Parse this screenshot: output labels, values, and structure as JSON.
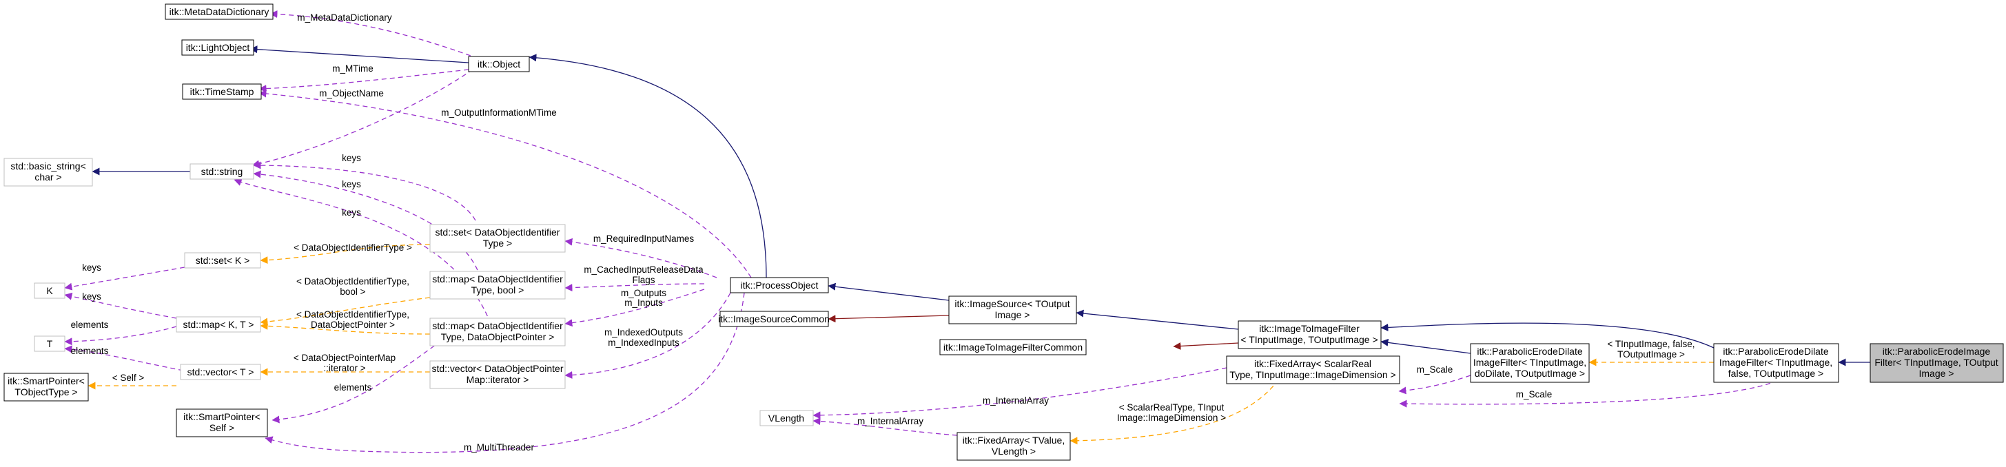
{
  "diagram": {
    "colors": {
      "inheritance": "#191970",
      "usage": "#9a32cd",
      "template": "#ffa500",
      "private_inheritance": "#8b1a1a",
      "grey_border": "#bfbfbf",
      "focus_fill": "#bfbfbf"
    },
    "nodes": [
      {
        "id": "metadict",
        "lines": [
          "itk::MetaDataDictionary"
        ]
      },
      {
        "id": "lightobject",
        "lines": [
          "itk::LightObject"
        ]
      },
      {
        "id": "timestamp",
        "lines": [
          "itk::TimeStamp"
        ]
      },
      {
        "id": "object",
        "lines": [
          "itk::Object"
        ]
      },
      {
        "id": "basicstring",
        "lines": [
          "std::basic_string<",
          "char >"
        ]
      },
      {
        "id": "string",
        "lines": [
          "std::string"
        ]
      },
      {
        "id": "setdoi",
        "lines": [
          "std::set< DataObjectIdentifier",
          "Type >"
        ]
      },
      {
        "id": "setk",
        "lines": [
          "std::set< K >"
        ]
      },
      {
        "id": "k",
        "lines": [
          "K"
        ]
      },
      {
        "id": "mapbool",
        "lines": [
          "std::map< DataObjectIdentifier",
          "Type, bool >"
        ]
      },
      {
        "id": "mapkt",
        "lines": [
          "std::map< K, T >"
        ]
      },
      {
        "id": "mapdop",
        "lines": [
          "std::map< DataObjectIdentifier",
          "Type, DataObjectPointer >"
        ]
      },
      {
        "id": "t",
        "lines": [
          "T"
        ]
      },
      {
        "id": "vectort",
        "lines": [
          "std::vector< T >"
        ]
      },
      {
        "id": "vectordop",
        "lines": [
          "std::vector< DataObjectPointer",
          "Map::iterator >"
        ]
      },
      {
        "id": "spobj",
        "lines": [
          "itk::SmartPointer<",
          "TObjectType >"
        ]
      },
      {
        "id": "spself",
        "lines": [
          "itk::SmartPointer<",
          "Self >"
        ]
      },
      {
        "id": "processobject",
        "lines": [
          "itk::ProcessObject"
        ]
      },
      {
        "id": "imgsrccommon",
        "lines": [
          "itk::ImageSourceCommon"
        ]
      },
      {
        "id": "imgsource",
        "lines": [
          "itk::ImageSource< TOutput",
          "Image >"
        ]
      },
      {
        "id": "i2ifcommon",
        "lines": [
          "itk::ImageToImageFilterCommon"
        ]
      },
      {
        "id": "i2if",
        "lines": [
          "itk::ImageToImageFilter",
          "< TInputImage, TOutputImage >"
        ]
      },
      {
        "id": "vlength",
        "lines": [
          "VLength"
        ]
      },
      {
        "id": "fixedarray2",
        "lines": [
          "itk::FixedArray< TValue,",
          "VLength >"
        ]
      },
      {
        "id": "fixedarray1",
        "lines": [
          "itk::FixedArray< ScalarReal",
          "Type, TInputImage::ImageDimension >"
        ]
      },
      {
        "id": "pedi_t",
        "lines": [
          "itk::ParabolicErodeDilate",
          "ImageFilter< TInputImage,",
          "doDilate, TOutputImage >"
        ]
      },
      {
        "id": "pedi_f",
        "lines": [
          "itk::ParabolicErodeDilate",
          "ImageFilter< TInputImage,",
          "false, TOutputImage >"
        ]
      },
      {
        "id": "erode",
        "lines": [
          "itk::ParabolicErodeImage",
          "Filter< TInputImage, TOutput",
          "Image >"
        ]
      }
    ],
    "edge_labels": [
      {
        "id": "metadictionary",
        "lines": [
          "m_MetaDataDictionary"
        ]
      },
      {
        "id": "mtime",
        "lines": [
          "m_MTime"
        ]
      },
      {
        "id": "objectname",
        "lines": [
          "m_ObjectName"
        ]
      },
      {
        "id": "outputinfo",
        "lines": [
          "m_OutputInformationMTime"
        ]
      },
      {
        "id": "keys1",
        "lines": [
          "keys"
        ]
      },
      {
        "id": "keys2",
        "lines": [
          "keys"
        ]
      },
      {
        "id": "keys3",
        "lines": [
          "keys"
        ]
      },
      {
        "id": "keys4",
        "lines": [
          "keys"
        ]
      },
      {
        "id": "keys5",
        "lines": [
          "keys"
        ]
      },
      {
        "id": "reqinput",
        "lines": [
          "m_RequiredInputNames"
        ]
      },
      {
        "id": "cached",
        "lines": [
          "m_CachedInputReleaseData",
          "Flags"
        ]
      },
      {
        "id": "outputs",
        "lines": [
          "m_Outputs",
          "m_Inputs"
        ]
      },
      {
        "id": "indexed",
        "lines": [
          "m_IndexedOutputs",
          "m_IndexedInputs"
        ]
      },
      {
        "id": "doitype",
        "lines": [
          "< DataObjectIdentifierType >"
        ]
      },
      {
        "id": "doitypebool",
        "lines": [
          "< DataObjectIdentifierType,",
          "bool >"
        ]
      },
      {
        "id": "doitypedop",
        "lines": [
          "< DataObjectIdentifierType,",
          "DataObjectPointer >"
        ]
      },
      {
        "id": "dopmap",
        "lines": [
          "< DataObjectPointerMap",
          "::iterator >"
        ]
      },
      {
        "id": "elements1",
        "lines": [
          "elements"
        ]
      },
      {
        "id": "elements2",
        "lines": [
          "elements"
        ]
      },
      {
        "id": "elements3",
        "lines": [
          "elements"
        ]
      },
      {
        "id": "self",
        "lines": [
          "< Self >"
        ]
      },
      {
        "id": "multithreader",
        "lines": [
          "m_MultiThreader"
        ]
      },
      {
        "id": "internal1",
        "lines": [
          "m_InternalArray"
        ]
      },
      {
        "id": "internal2",
        "lines": [
          "m_InternalArray"
        ]
      },
      {
        "id": "scalarreal",
        "lines": [
          "< ScalarRealType, TInput",
          "Image::ImageDimension >"
        ]
      },
      {
        "id": "scale1",
        "lines": [
          "m_Scale"
        ]
      },
      {
        "id": "scale2",
        "lines": [
          "m_Scale"
        ]
      },
      {
        "id": "tinputfalse",
        "lines": [
          "< TInputImage, false,",
          "TOutputImage >"
        ]
      }
    ]
  }
}
